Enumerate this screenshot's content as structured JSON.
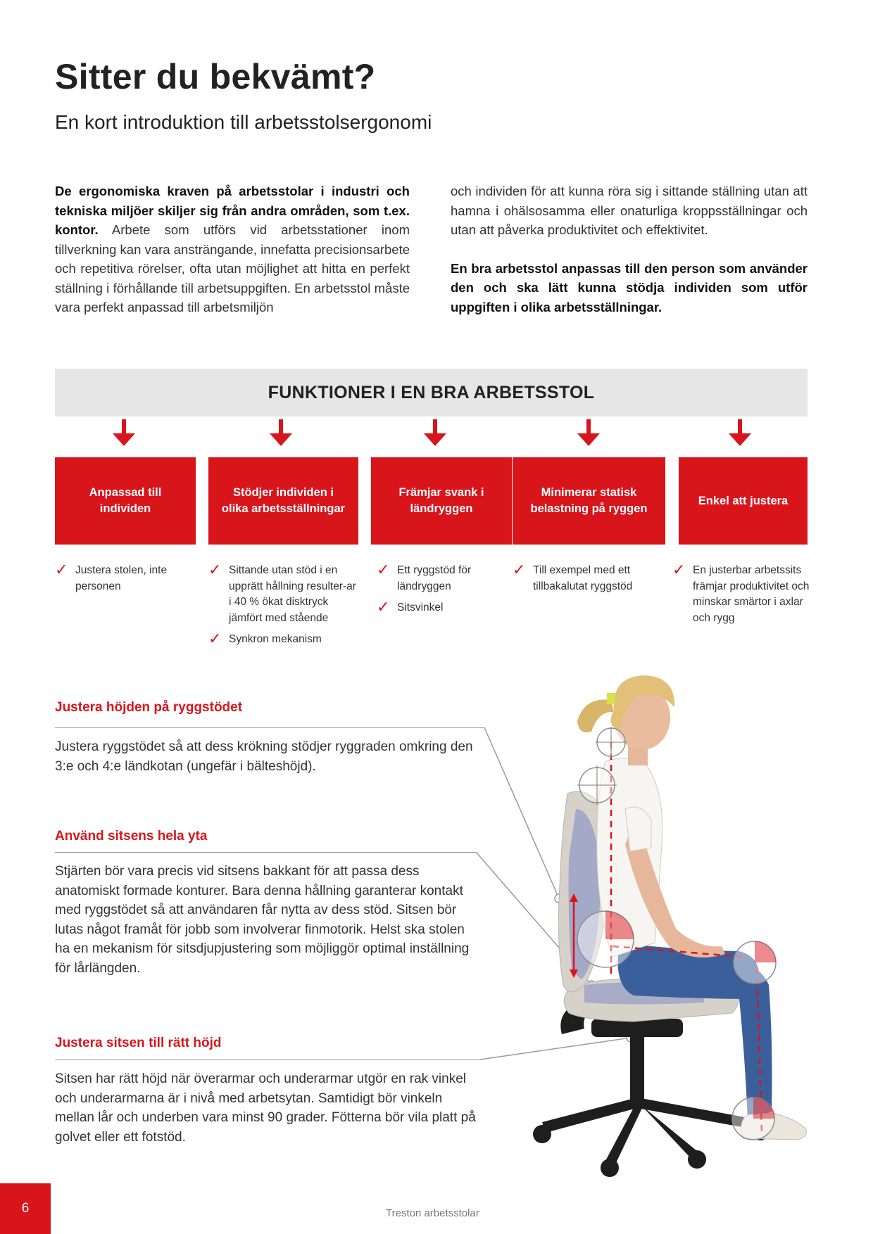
{
  "header": {
    "title": "Sitter du bekvämt?",
    "subtitle": "En kort introduktion till arbetsstolsergonomi"
  },
  "intro": {
    "left_bold": "De ergonomiska kraven på arbetsstolar i industri och tekniska miljöer skiljer sig från andra områden, som t.ex. kontor.",
    "left_rest": " Arbete som utförs vid arbetsstationer inom tillverkning kan vara ansträngande, innefatta precisionsarbete och repetitiva rörelser, ofta utan möjlighet att hitta en perfekt ställning i förhållande till arbetsuppgiften. En arbetsstol måste vara perfekt anpassad till arbetsmiljön",
    "right_p1": "och individen för att kunna röra sig i sittande ställning utan att hamna i ohälsosamma eller onaturliga kroppsställningar och utan att påverka produktivitet och effektivitet.",
    "right_p2": "En bra arbetsstol anpassas till den person som använder den och ska lätt kunna stödja individen som utför uppgiften i olika arbetsställningar."
  },
  "functions": {
    "heading": "FUNKTIONER I EN BRA ARBETSSTOL",
    "boxes": [
      "Anpassad till individen",
      "Stödjer individen i olika arbetsställningar",
      "Främjar svank i ländryggen",
      "Minimerar statisk belastning på ryggen",
      "Enkel att justera"
    ],
    "checks": [
      [
        "Justera stolen, inte personen"
      ],
      [
        "Sittande utan stöd i en upprätt hållning resulter-ar i 40 % ökat disktryck jämfört med stående",
        "Synkron mekanism"
      ],
      [
        "Ett ryggstöd för ländryggen",
        "Sitsvinkel"
      ],
      [
        "Till exempel med ett tillbakalutat ryggstöd"
      ],
      [
        "En justerbar arbetssits främjar produktivitet och minskar smärtor i axlar och rygg"
      ]
    ],
    "check_mark": "✓",
    "accent_color": "#d9151c"
  },
  "sections": [
    {
      "title": "Justera höjden på ryggstödet",
      "text": "Justera ryggstödet så att dess krökning stödjer ryggraden omkring den 3:e och 4:e ländkotan (ungefär i bälteshöjd)."
    },
    {
      "title": "Använd sitsens hela yta",
      "text": "Stjärten bör vara precis vid sitsens bakkant för att passa dess anatomiskt formade konturer. Bara denna hållning garanterar kontakt med ryggstödet så att användaren får nytta av dess stöd. Sitsen bör lutas något framåt för jobb som involverar finmotorik. Helst ska stolen ha en mekanism för sitsdjupjustering som möjliggör optimal inställning för lårlängden."
    },
    {
      "title": "Justera sitsen till rätt höjd",
      "text": "Sitsen har rätt höjd när överarmar och underarmar utgör en rak vinkel och underarmarna är i nivå med arbetsytan. Samtidigt bör vinkeln mellan lår och underben vara minst 90 grader. Fötterna bör vila platt på golvet eller ett fotstöd."
    }
  ],
  "footer": {
    "page_number": "6",
    "brand": "Treston arbetsstolar"
  }
}
